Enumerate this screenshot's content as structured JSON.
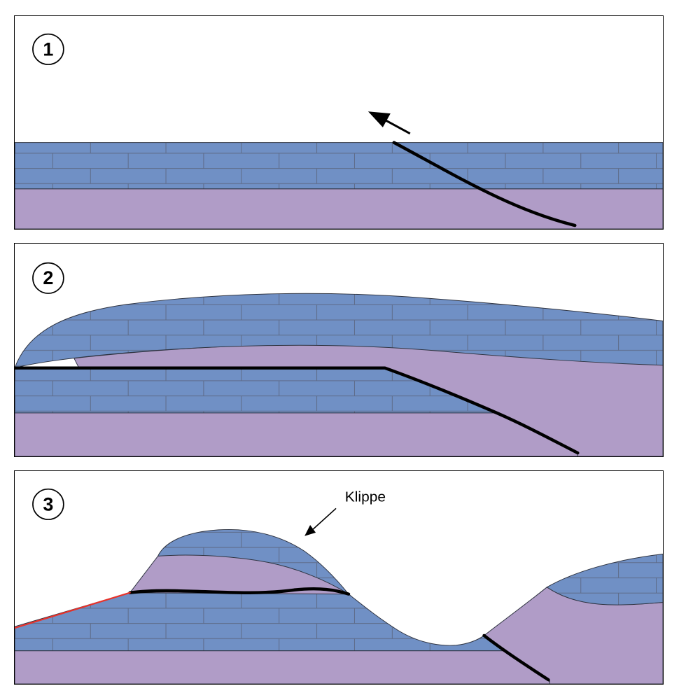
{
  "figure": {
    "description": "Three-stage block diagram of thrust faulting and erosion forming a klippe",
    "panels": [
      {
        "label": "1"
      },
      {
        "label": "2"
      },
      {
        "label": "3",
        "annotation": "Klippe"
      }
    ]
  },
  "colors": {
    "limestone": "#7090c5",
    "basement": "#b09cc7",
    "brick_line": "#5e6b88",
    "fault": "#000000",
    "fault_trace_red": "#e8322a",
    "background": "#ffffff"
  }
}
